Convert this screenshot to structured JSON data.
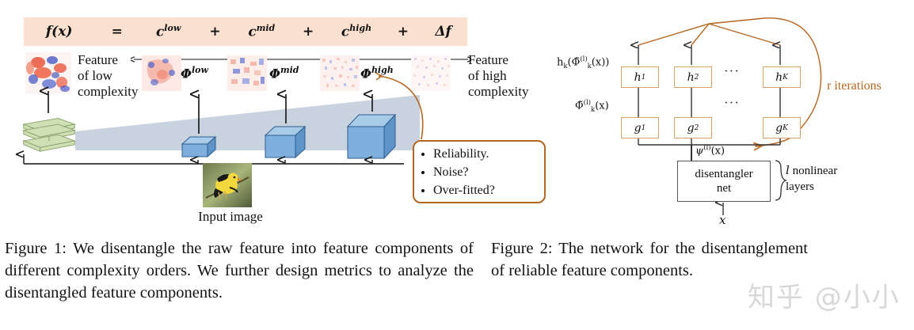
{
  "figure1": {
    "formula": {
      "fx": "f(x)",
      "equals": "=",
      "c_low_base": "c",
      "c_low_sup": "low",
      "plus1": "+",
      "c_mid_base": "c",
      "c_mid_sup": "mid",
      "plus2": "+",
      "c_high_base": "c",
      "c_high_sup": "high",
      "plus3": "+",
      "delta_f": "Δf"
    },
    "left_label": "Feature\nof low\ncomplexity",
    "left_label_lines": [
      "Feature",
      "of low",
      "complexity"
    ],
    "right_label_lines": [
      "Feature",
      "of high",
      "complexity"
    ],
    "phi_low_base": "Φ",
    "phi_low_sup": "low",
    "phi_mid_base": "Φ",
    "phi_mid_sup": "mid",
    "phi_high_base": "Φ",
    "phi_high_sup": "high",
    "input_image_label": "Input image",
    "callout_items": [
      "Reliability.",
      "Noise?",
      "Over-fitted?"
    ],
    "colors": {
      "formula_bar_bg": "#fae0cf",
      "callout_border": "#b5651d",
      "wedge": "#c9d3e0",
      "cube_face": "#7fb0dd",
      "slab_green": "#cfe0b4"
    }
  },
  "figure2": {
    "h_boxes": [
      {
        "base": "h",
        "sub": "1"
      },
      {
        "base": "h",
        "sub": "2"
      },
      {
        "base": "h",
        "sub": "K"
      }
    ],
    "g_boxes": [
      {
        "base": "g",
        "sub": "1"
      },
      {
        "base": "g",
        "sub": "2"
      },
      {
        "base": "g",
        "sub": "K"
      }
    ],
    "top_label": "hₖ(Φ̃ₖ⁽ˡ⁾(x))",
    "top_label_parts": {
      "h": "h",
      "k1": "k",
      "phi": "Φ̃",
      "k2": "k",
      "l": "(l)",
      "x": "(x))"
    },
    "mid_label_parts": {
      "phi": "Φ̃",
      "k": "k",
      "l": "(l)",
      "x": "(x)"
    },
    "psi_label_parts": {
      "psi": "ψ",
      "l": "(l)",
      "x": "(x)"
    },
    "ellipsis": "···",
    "r_iterations": "r iterations",
    "disentangler_line1": "disentangler",
    "disentangler_line2": "net",
    "input_x": "x",
    "nonlinear_label_l": "l",
    "nonlinear_label_rest": " nonlinear",
    "nonlinear_label_line2": "layers",
    "colors": {
      "box_border": "#d9a066",
      "accent": "#b5651d",
      "net_border": "#555555"
    }
  },
  "captions": {
    "fig1": "Figure 1: We disentangle the raw feature into feature components of different complexity orders. We further design metrics to analyze the disentangled feature components.",
    "fig2": "Figure 2: The network for the disentanglement of reliable feature components."
  },
  "watermark": "知乎 @小小"
}
